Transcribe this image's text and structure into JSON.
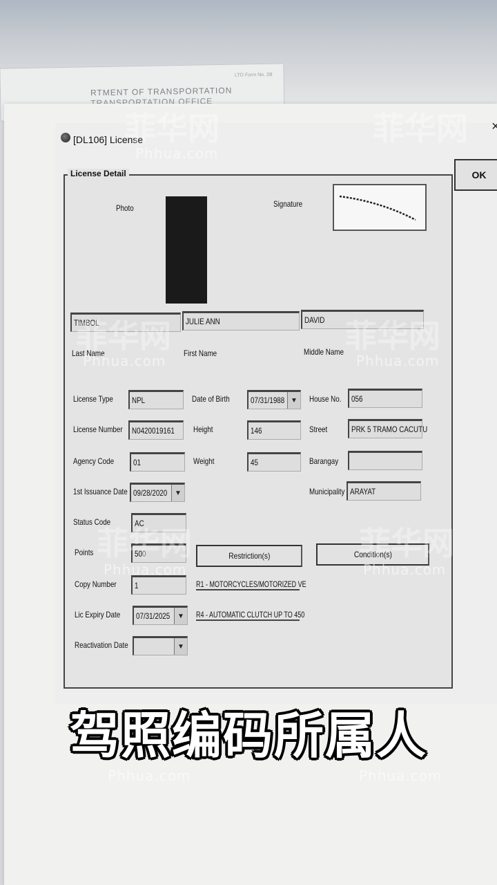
{
  "background": {
    "card_line1": "RTMENT OF TRANSPORTATION",
    "card_line2": "TRANSPORTATION OFFICE",
    "card_form_no": "LTO Form No. 2B"
  },
  "window": {
    "title": "[DL106] License",
    "close_glyph": "×",
    "ok_label": "OK",
    "group_label": "License Detail"
  },
  "identity": {
    "photo_label": "Photo",
    "signature_label": "Signature",
    "last_name": "TIMBOL",
    "first_name": "JULIE ANN",
    "middle_name": "DAVID",
    "last_name_label": "Last Name",
    "first_name_label": "First Name",
    "middle_name_label": "Middle Name"
  },
  "license": {
    "license_type_label": "License Type",
    "license_type": "NPL",
    "license_number_label": "License Number",
    "license_number": "N0420019161",
    "agency_code_label": "Agency Code",
    "agency_code": "01",
    "first_issuance_label": "1st Issuance Date",
    "first_issuance": "09/28/2020",
    "status_code_label": "Status Code",
    "status_code": "AC",
    "points_label": "Points",
    "points": "500",
    "copy_number_label": "Copy Number",
    "copy_number": "1",
    "expiry_label": "Lic Expiry Date",
    "expiry": "07/31/2025",
    "reactivation_label": "Reactivation Date",
    "reactivation": ""
  },
  "personal": {
    "dob_label": "Date of Birth",
    "dob": "07/31/1988",
    "height_label": "Height",
    "height": "146",
    "weight_label": "Weight",
    "weight": "45",
    "house_label": "House No.",
    "house": "056",
    "street_label": "Street",
    "street": "PRK 5 TRAMO CACUTU",
    "barangay_label": "Barangay",
    "barangay": "",
    "municipality_label": "Municipality",
    "municipality": "ARAYAT"
  },
  "restrictions": {
    "restrictions_button": "Restriction(s)",
    "conditions_button": "Condition(s)",
    "items": [
      "R1 - MOTORCYCLES/MOTORIZED VE",
      "R4 - AUTOMATIC CLUTCH UP TO 450"
    ]
  },
  "dropdown_glyph": "▼",
  "caption": "驾照编码所属人",
  "watermark": {
    "cn": "菲华网",
    "en": "Phhua.com"
  }
}
